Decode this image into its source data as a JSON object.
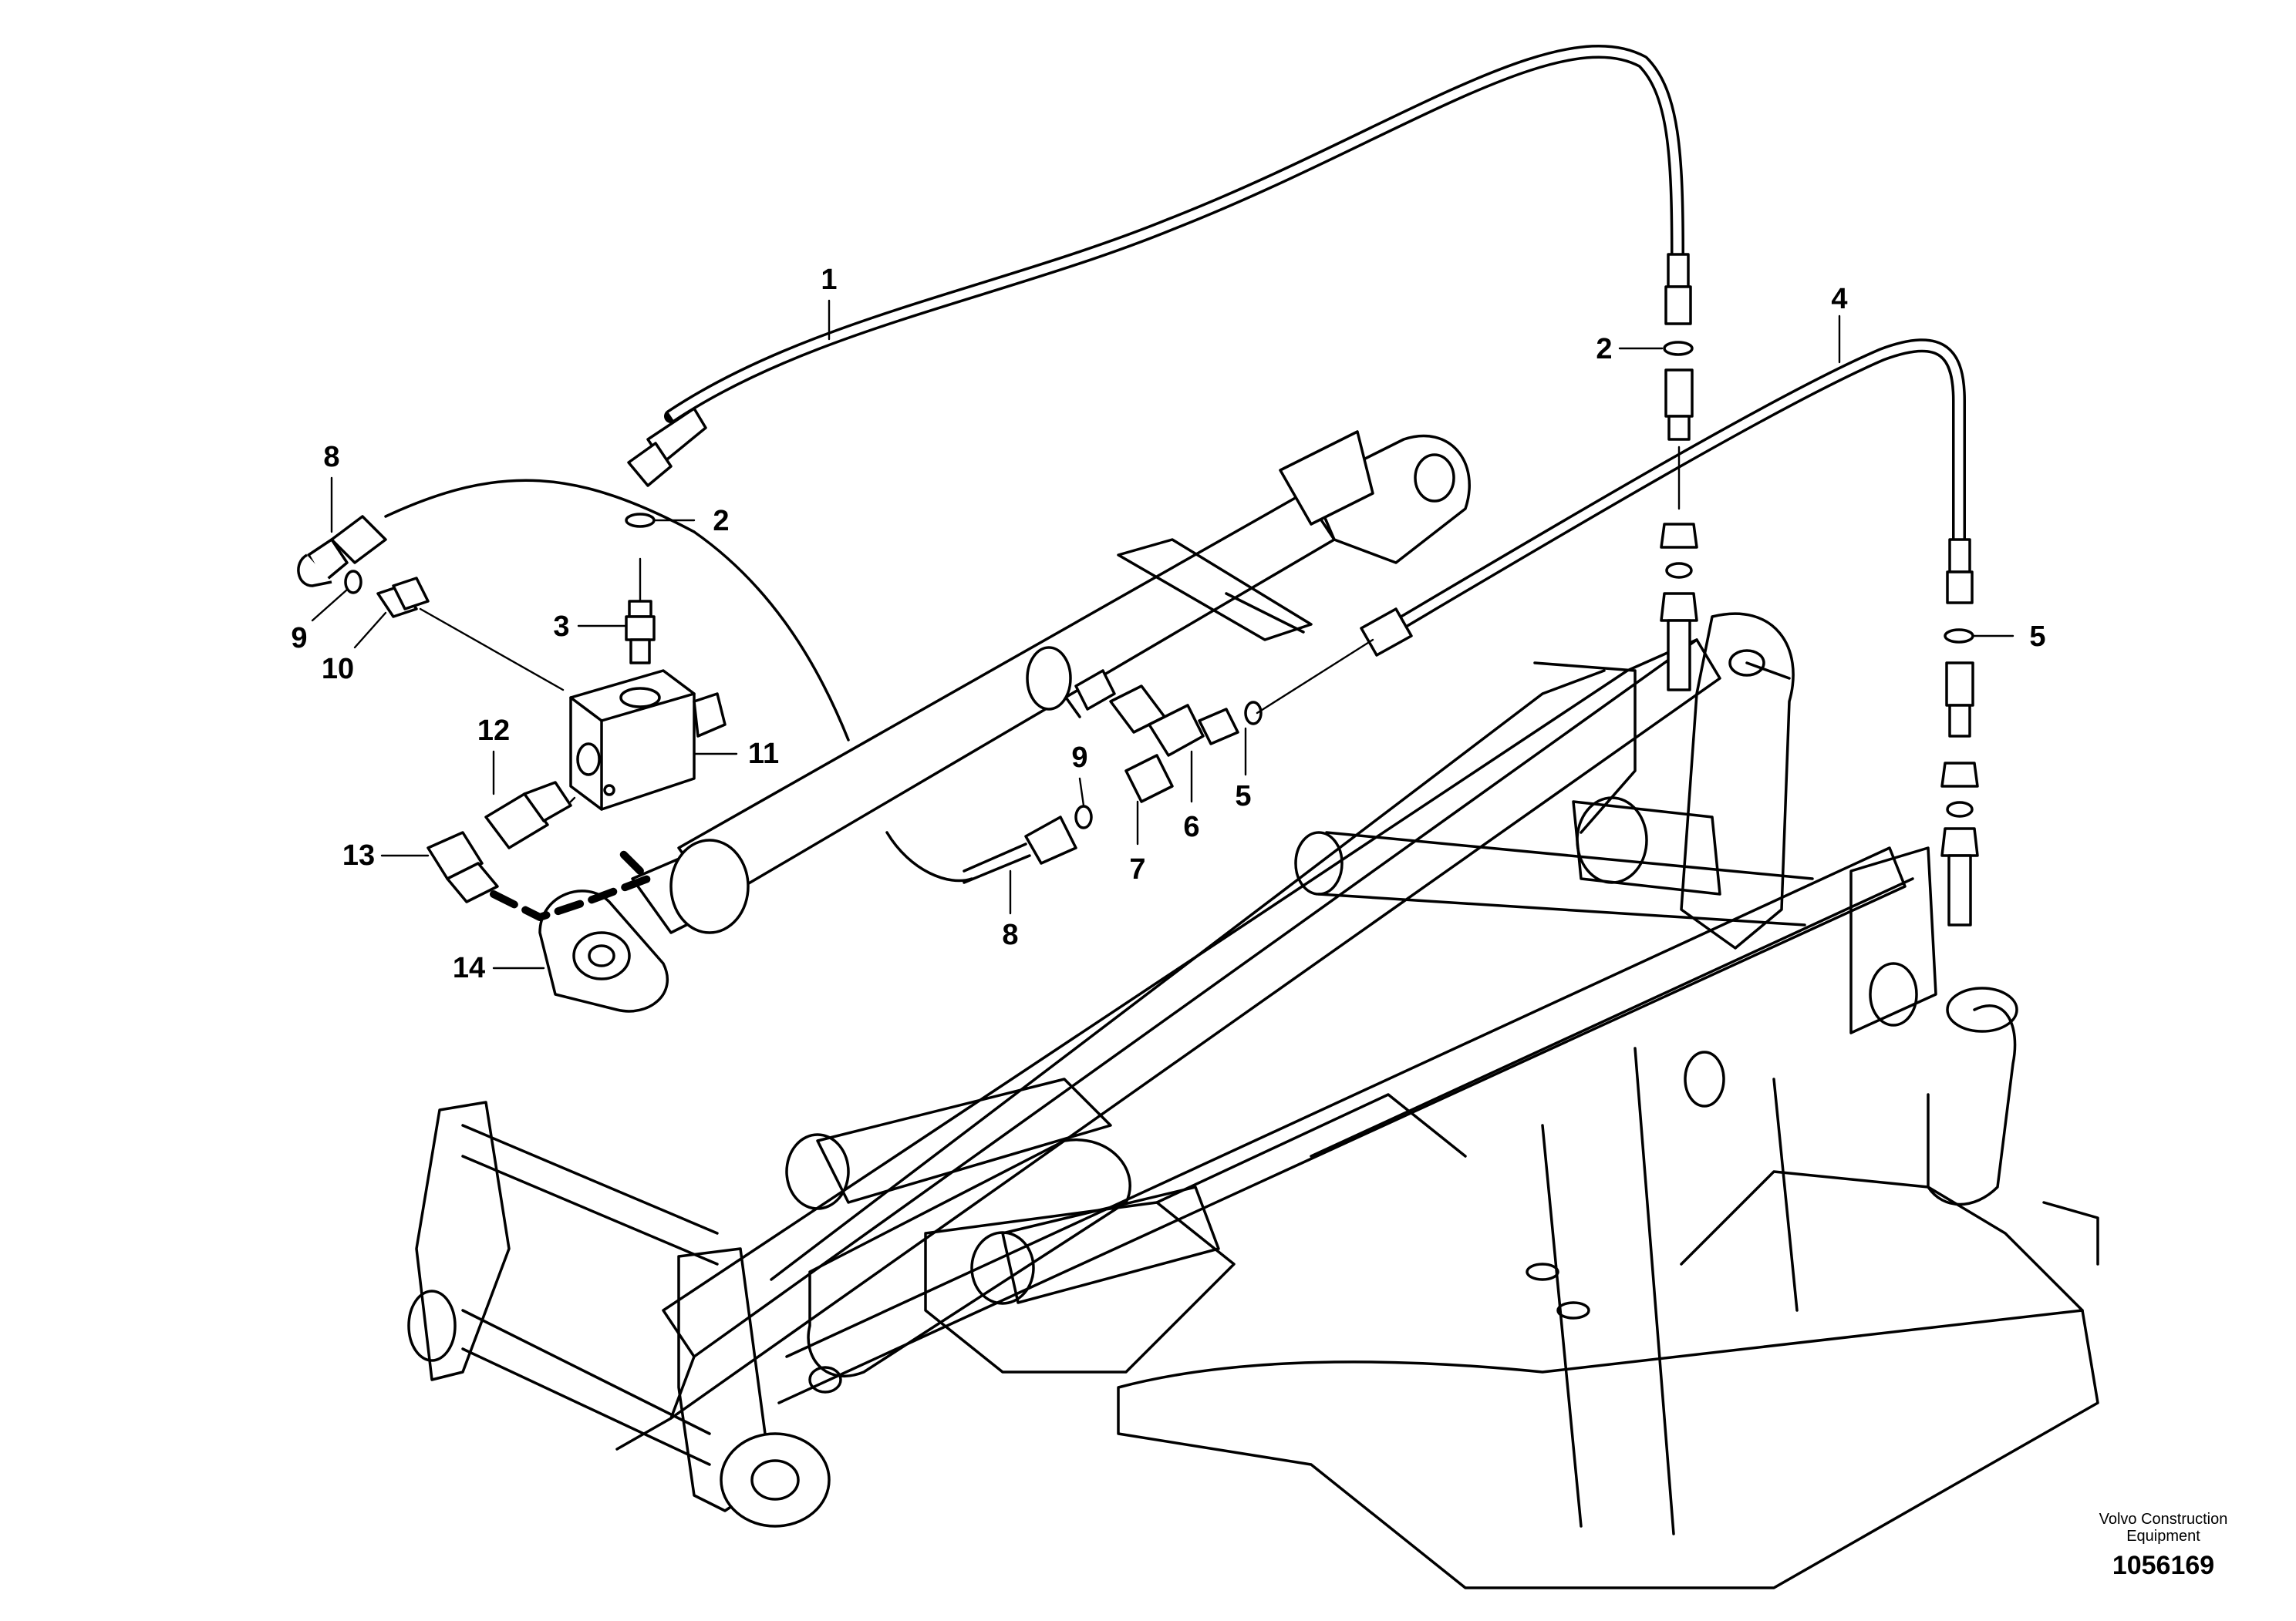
{
  "callouts": [
    {
      "id": "c1a",
      "label": "1"
    },
    {
      "id": "c2a",
      "label": "2"
    },
    {
      "id": "c2b",
      "label": "2"
    },
    {
      "id": "c3",
      "label": "3"
    },
    {
      "id": "c4",
      "label": "4"
    },
    {
      "id": "c5a",
      "label": "5"
    },
    {
      "id": "c5b",
      "label": "5"
    },
    {
      "id": "c6",
      "label": "6"
    },
    {
      "id": "c7",
      "label": "7"
    },
    {
      "id": "c8a",
      "label": "8"
    },
    {
      "id": "c8b",
      "label": "8"
    },
    {
      "id": "c9a",
      "label": "9"
    },
    {
      "id": "c9b",
      "label": "9"
    },
    {
      "id": "c10",
      "label": "10"
    },
    {
      "id": "c11",
      "label": "11"
    },
    {
      "id": "c12",
      "label": "12"
    },
    {
      "id": "c13",
      "label": "13"
    },
    {
      "id": "c14",
      "label": "14"
    }
  ],
  "brand": {
    "line1": "Volvo Construction",
    "line2": "Equipment",
    "part_number": "1056169"
  }
}
